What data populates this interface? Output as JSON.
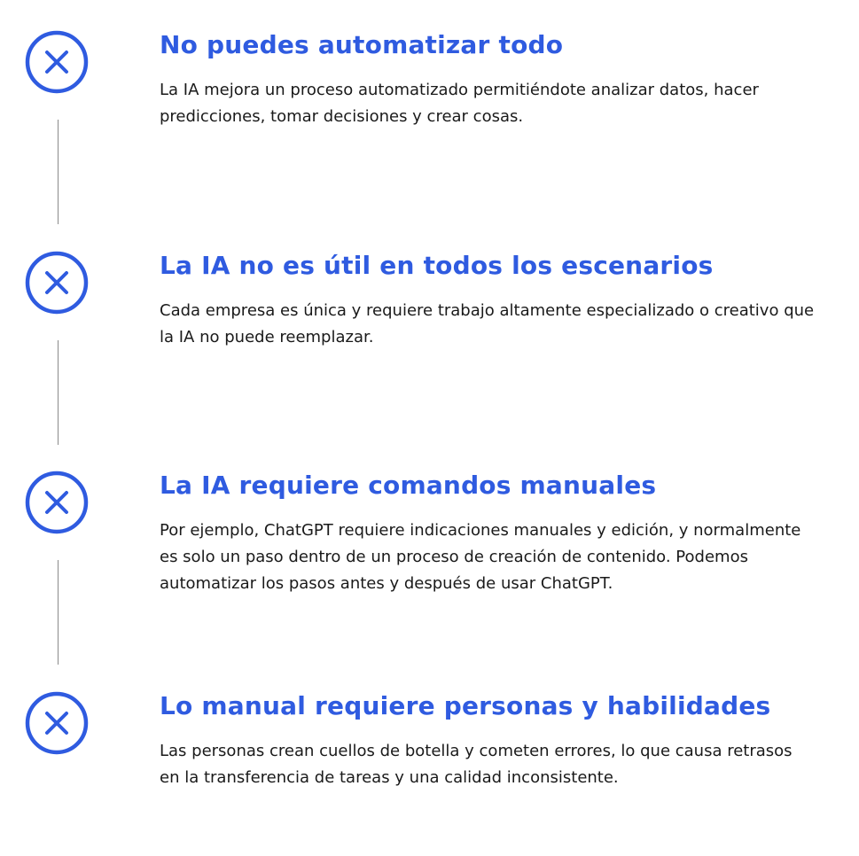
{
  "accent": "#2f5be0",
  "items": [
    {
      "icon": "close-circle-icon",
      "title": "No puedes automatizar todo",
      "description": "La IA mejora un proceso automatizado permitiéndote analizar datos, hacer predicciones, tomar decisiones y crear cosas."
    },
    {
      "icon": "close-circle-icon",
      "title": "La IA no es útil en todos los escenarios",
      "description": "Cada empresa es única y requiere trabajo altamente especializado o creativo que la IA no puede reemplazar."
    },
    {
      "icon": "close-circle-icon",
      "title": "La IA requiere comandos manuales",
      "description": "Por ejemplo, ChatGPT requiere indicaciones manuales y edición, y normalmente es solo un paso dentro de un proceso de creación de contenido. Podemos automatizar los pasos antes y después de usar ChatGPT."
    },
    {
      "icon": "close-circle-icon",
      "title": "Lo manual requiere personas y habilidades",
      "description": "Las personas crean cuellos de botella y cometen errores, lo que causa retrasos en la transferencia de tareas y una calidad inconsistente."
    }
  ]
}
